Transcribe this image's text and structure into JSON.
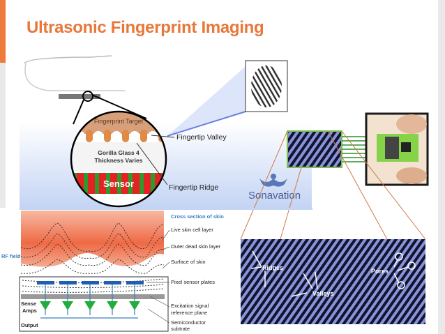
{
  "slide": {
    "title": "Ultrasonic Fingerprint Imaging",
    "accent_color": "#e8773a"
  },
  "top_diagram": {
    "fingerprint_target": "Fingerprint Target",
    "glass_line1": "Gorilla Glass 4",
    "glass_line2": "Thickness Varies",
    "sensor": "Sensor",
    "valley_label": "Fingertip Valley",
    "ridge_label": "Fingertip Ridge",
    "logo": "Sonavation"
  },
  "cross_section": {
    "heading": "Cross section of skin",
    "rf_field": "RF field",
    "labels": [
      "Live skin cell layer",
      "Outer dead skin layer",
      "Surface of skin",
      "Pixel sensor  plates",
      "Excitation signal",
      "reference plane",
      "Semiconductor",
      "subtrate"
    ],
    "sense_amps_1": "Sense",
    "sense_amps_2": "Amps",
    "output": "Output"
  },
  "scan_image": {
    "ridges": "Ridges",
    "valleys": "Valleys",
    "pores": "Pores"
  }
}
